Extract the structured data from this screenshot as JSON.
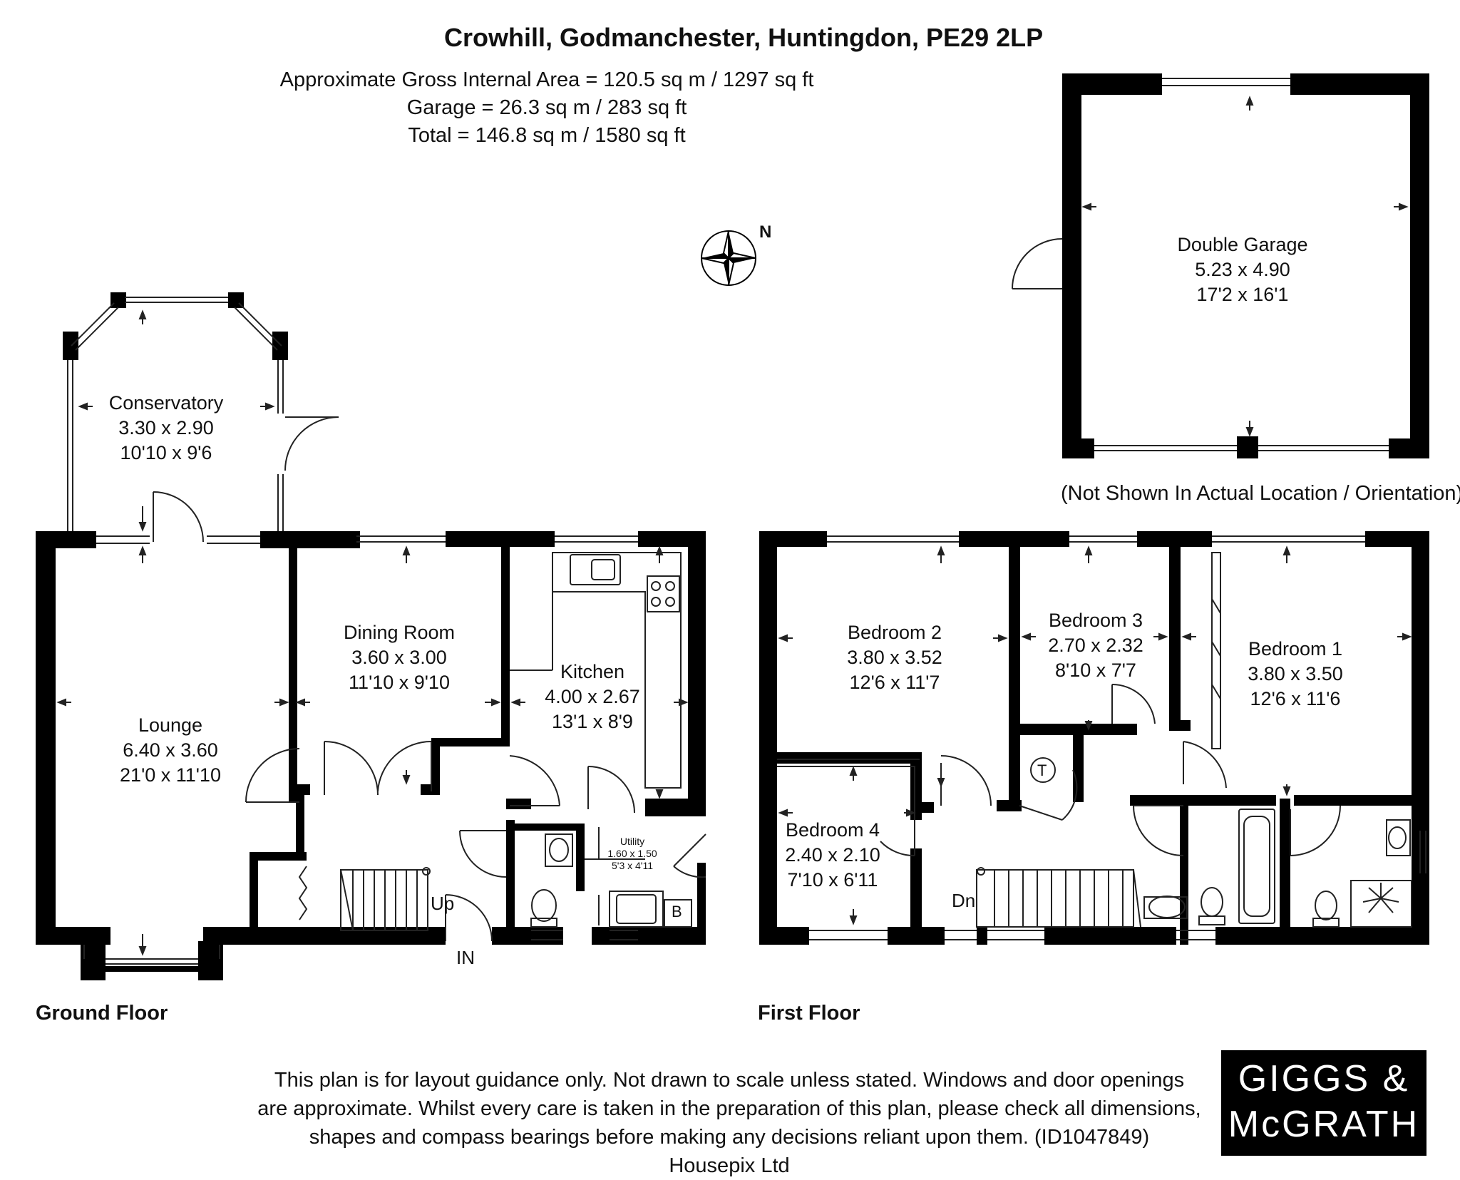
{
  "header": {
    "address": "Crowhill, Godmanchester, Huntingdon, PE29 2LP",
    "gross_area": "Approximate Gross Internal Area = 120.5 sq m / 1297 sq ft",
    "garage_area": "Garage = 26.3 sq m / 283 sq ft",
    "total_area": "Total = 146.8 sq m / 1580 sq ft"
  },
  "compass": {
    "label": "N"
  },
  "floors": {
    "ground": "Ground Floor",
    "first": "First Floor"
  },
  "garage": {
    "name": "Double Garage",
    "metric": "5.23 x 4.90",
    "imperial": "17'2 x 16'1",
    "note": "(Not Shown In Actual Location / Orientation)"
  },
  "rooms": {
    "conservatory": {
      "name": "Conservatory",
      "metric": "3.30 x 2.90",
      "imperial": "10'10 x 9'6"
    },
    "lounge": {
      "name": "Lounge",
      "metric": "6.40 x 3.60",
      "imperial": "21'0 x 11'10"
    },
    "dining": {
      "name": "Dining Room",
      "metric": "3.60 x 3.00",
      "imperial": "11'10 x 9'10"
    },
    "kitchen": {
      "name": "Kitchen",
      "metric": "4.00 x 2.67",
      "imperial": "13'1 x 8'9"
    },
    "utility": {
      "name": "Utility",
      "metric": "1.60 x 1.50",
      "imperial": "5'3 x 4'11"
    },
    "bedroom2": {
      "name": "Bedroom 2",
      "metric": "3.80 x 3.52",
      "imperial": "12'6 x 11'7"
    },
    "bedroom3": {
      "name": "Bedroom 3",
      "metric": "2.70 x 2.32",
      "imperial": "8'10 x 7'7"
    },
    "bedroom1": {
      "name": "Bedroom 1",
      "metric": "3.80 x 3.50",
      "imperial": "12'6 x 11'6"
    },
    "bedroom4": {
      "name": "Bedroom 4",
      "metric": "2.40 x 2.10",
      "imperial": "7'10 x 6'11"
    }
  },
  "labels": {
    "up": "Up",
    "in": "IN",
    "dn": "Dn",
    "boiler": "B",
    "tank": "T"
  },
  "disclaimer": {
    "line1": "This plan is for layout guidance only. Not drawn to scale unless stated. Windows and door openings",
    "line2": "are approximate. Whilst every care is taken in the preparation of this plan, please check all dimensions,",
    "line3": "shapes and compass bearings before making any decisions reliant upon them. (ID1047849)",
    "line4": "Housepix Ltd"
  },
  "logo": {
    "line1": "GIGGS &",
    "line2": "McGRATH"
  }
}
